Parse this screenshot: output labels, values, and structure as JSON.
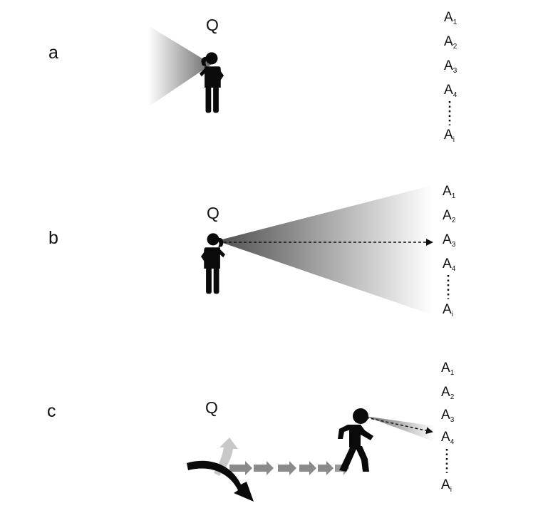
{
  "panels": [
    {
      "letter": "a",
      "question": "Q",
      "answers": [
        "A",
        "A",
        "A",
        "A",
        "A"
      ],
      "subscripts": [
        "1",
        "2",
        "3",
        "4",
        "i"
      ]
    },
    {
      "letter": "b",
      "question": "Q",
      "answers": [
        "A",
        "A",
        "A",
        "A",
        "A"
      ],
      "subscripts": [
        "1",
        "2",
        "3",
        "4",
        "i"
      ]
    },
    {
      "letter": "c",
      "question": "Q",
      "answers": [
        "A",
        "A",
        "A",
        "A",
        "A"
      ],
      "subscripts": [
        "1",
        "2",
        "3",
        "4",
        "i"
      ]
    }
  ],
  "colors": {
    "figure": "#0a0a0a",
    "beam_dark": "#5a5a5a",
    "beam_light": "#ffffff",
    "arrow_gray": "#7a7a7a",
    "arrow_light": "#c8c8c8"
  },
  "icons": [
    "thinking-person-icon",
    "walking-person-icon",
    "curved-arrow-icon",
    "beam-icon"
  ]
}
